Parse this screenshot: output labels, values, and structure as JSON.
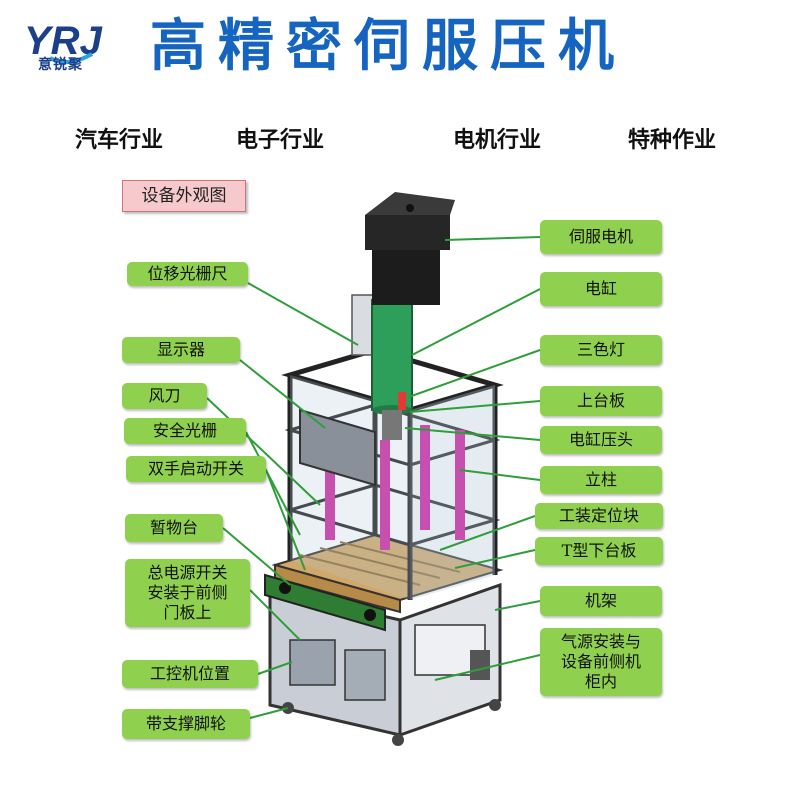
{
  "brand": {
    "logo_text": "YRJ",
    "name": "意锐聚"
  },
  "title": "高精密伺服压机",
  "industries": [
    "汽车行业",
    "电子行业",
    "电机行业",
    "特种作业"
  ],
  "diagram_title": "设备外观图",
  "labels_left": [
    "位移光栅尺",
    "显示器",
    "风刀",
    "安全光栅",
    "双手启动开关",
    "暂物台",
    "总电源开关\n安装于前侧\n门板上",
    "工控机位置",
    "带支撑脚轮"
  ],
  "labels_right": [
    "伺服电机",
    "电缸",
    "三色灯",
    "上台板",
    "电缸压头",
    "立柱",
    "工装定位块",
    "T型下台板",
    "机架",
    "气源安装与\n设备前侧机\n柜内"
  ],
  "colors": {
    "label_bg": "#8fd14f",
    "title": "#1565c0",
    "frame": "#333333",
    "cylinder": "#2e9e5b",
    "pillar": "#c64fb0",
    "table": "#d2a86a"
  }
}
